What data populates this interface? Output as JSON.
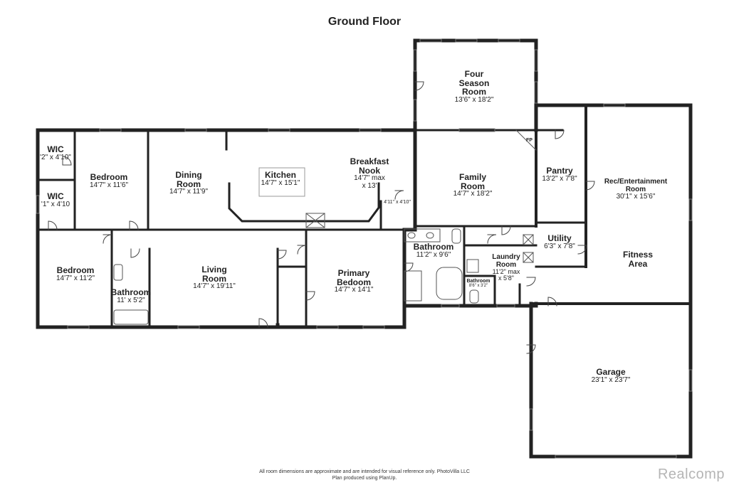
{
  "title": "Ground Floor",
  "rooms": {
    "four_season": {
      "name": "Four\nSeason\nRoom",
      "dim": "13'6\" x 18'2\""
    },
    "wic_top": {
      "name": "WIC",
      "dim": "'2\" x 4'10\""
    },
    "wic_bottom": {
      "name": "WIC",
      "dim": "'1\" x 4'10"
    },
    "bedroom_top": {
      "name": "Bedroom",
      "dim": "14'7\" x 11'6\""
    },
    "dining": {
      "name": "Dining\nRoom",
      "dim": "14'7\" x 11'9\""
    },
    "kitchen": {
      "name": "Kitchen",
      "dim": "14'7\" x 15'1\""
    },
    "breakfast": {
      "name": "Breakfast\nNook",
      "dim": "14'7\" max\nx 13'"
    },
    "closet_small": {
      "dim": "4'11\" x 4'10\""
    },
    "family": {
      "name": "Family\nRoom",
      "dim": "14'7\" x 18'2\""
    },
    "pantry": {
      "name": "Pantry",
      "dim": "13'2\" x 7'8\""
    },
    "rec": {
      "name": "Rec/Entertainment\nRoom",
      "dim": "30'1\" x 15'6\""
    },
    "utility": {
      "name": "Utility",
      "dim": "6'3\" x 7'8\""
    },
    "fitness": {
      "name": "Fitness\nArea"
    },
    "bedroom_left": {
      "name": "Bedroom",
      "dim": "14'7\" x 11'2\""
    },
    "bathroom_left": {
      "name": "Bathroom",
      "dim": "11' x 5'2\""
    },
    "living": {
      "name": "Living\nRoom",
      "dim": "14'7\" x 19'11\""
    },
    "primary": {
      "name": "Primary\nBedoom",
      "dim": "14'7\" x 14'1\""
    },
    "bathroom_main": {
      "name": "Bathroom",
      "dim": "11'2\" x 9'6\""
    },
    "laundry": {
      "name": "Laundry\nRoom",
      "dim": "11'2\" max\nx 5'8\""
    },
    "bathroom_small": {
      "name": "Bathroom",
      "dim": "8'6\" x 3'2\""
    },
    "garage": {
      "name": "Garage",
      "dim": "23'1\" x 23'7\""
    }
  },
  "fp_label": "FP",
  "footer": {
    "line1": "All room dimensions are approximate and are intended for visual reference only. PhotoVilla LLC",
    "line2": "Plan produced using PlanUp."
  },
  "brand": "Realcomp"
}
